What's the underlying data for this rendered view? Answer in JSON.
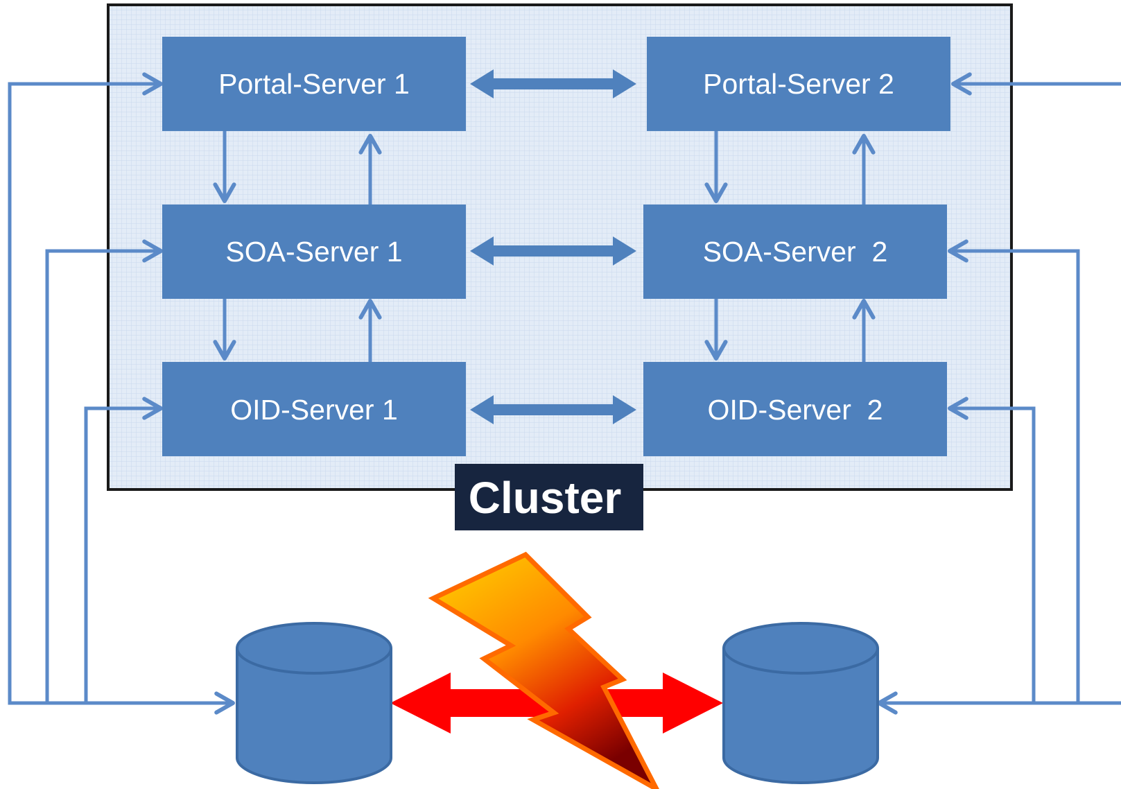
{
  "servers": {
    "portal1": "Portal-Server 1",
    "portal2": "Portal-Server 2",
    "soa1": "SOA-Server 1",
    "soa2": "SOA-Server  2",
    "oid1": "OID-Server 1",
    "oid2": "OID-Server  2"
  },
  "cluster_label": "Cluster",
  "colors": {
    "server_fill": "#4f81bd",
    "connector": "#5b8ac8",
    "cluster_bg": "#dde8f5",
    "cluster_border": "#1a1a1a",
    "cluster_label_bg": "#17253f",
    "db_link": "#ff0000",
    "lightning_top": "#ffd400",
    "lightning_mid": "#ff7a00",
    "lightning_bottom": "#8b0000",
    "lightning_border": "#ff6a00"
  },
  "icons": {
    "database_left": "database-icon",
    "database_right": "database-icon",
    "failure": "lightning-icon"
  }
}
